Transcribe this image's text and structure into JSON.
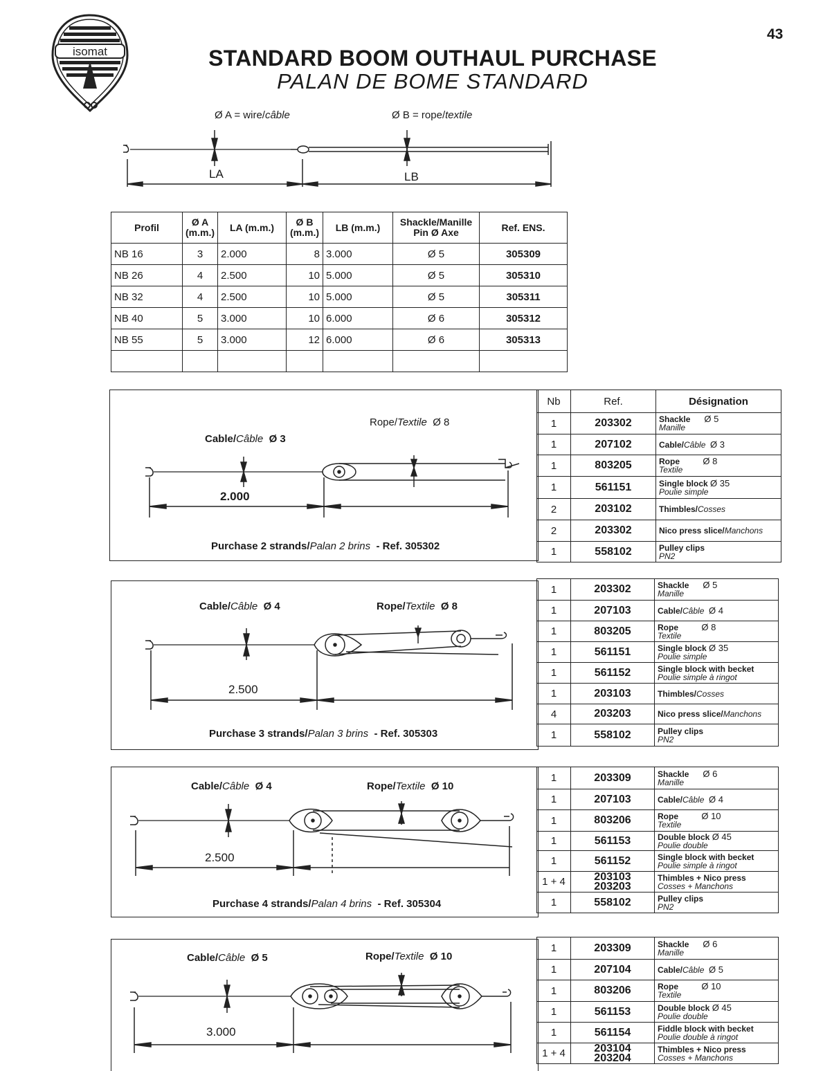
{
  "page_number": "43",
  "title": "STANDARD BOOM OUTHAUL PURCHASE",
  "subtitle": "PALAN DE BOME STANDARD",
  "logo_text": "isomat",
  "top_diagram": {
    "a_label": "Ø A = wire/",
    "a_label_it": "câble",
    "b_label": "Ø B = rope/",
    "b_label_it": "textile",
    "la": "LA",
    "lb": "LB"
  },
  "spec_table": {
    "headers": [
      "Profil",
      "Ø A (m.m.)",
      "LA (m.m.)",
      "Ø B (m.m.)",
      "LB (m.m.)",
      "Shackle/Manille Pin Ø Axe",
      "Ref. ENS."
    ],
    "rows": [
      [
        "NB 16",
        "3",
        "2.000",
        "8",
        "3.000",
        "Ø 5",
        "305309"
      ],
      [
        "NB 26",
        "4",
        "2.500",
        "10",
        "5.000",
        "Ø 5",
        "305310"
      ],
      [
        "NB 32",
        "4",
        "2.500",
        "10",
        "5.000",
        "Ø 5",
        "305311"
      ],
      [
        "NB 40",
        "5",
        "3.000",
        "10",
        "6.000",
        "Ø 6",
        "305312"
      ],
      [
        "NB 55",
        "5",
        "3.000",
        "12",
        "6.000",
        "Ø 6",
        "305313"
      ]
    ]
  },
  "parts_headers": [
    "Nb",
    "Ref.",
    "Désignation"
  ],
  "panels": [
    {
      "cable": "Cable/",
      "cable_it": "Câble",
      "cable_d": "Ø 3",
      "rope": "Rope/",
      "rope_it": "Textile",
      "rope_d": "Ø 8",
      "length": "2.000",
      "caption": "Purchase 2 strands/",
      "caption_it": "Palan 2 brins",
      "caption_ref": "-  Ref. 305302",
      "parts": [
        {
          "nb": "1",
          "ref": "203302",
          "d1": "Shackle",
          "d2": "Manille",
          "dim": "Ø 5"
        },
        {
          "nb": "1",
          "ref": "207102",
          "d1": "Cable/",
          "d1it": "Câble",
          "dim": "Ø 3"
        },
        {
          "nb": "1",
          "ref": "803205",
          "d1": "Rope",
          "d2": "Textile",
          "dim": "Ø 8"
        },
        {
          "nb": "1",
          "ref": "561151",
          "d1": "Single block",
          "d2": "Poulie simple",
          "dim": "Ø 35"
        },
        {
          "nb": "2",
          "ref": "203102",
          "d1": "Thimbles/",
          "d1it": "Cosses"
        },
        {
          "nb": "2",
          "ref": "203302",
          "d1": "Nico press slice/",
          "d1it": "Manchons"
        },
        {
          "nb": "1",
          "ref": "558102",
          "d1": "Pulley clips",
          "d2": "PN2"
        }
      ]
    },
    {
      "cable": "Cable/",
      "cable_it": "Câble",
      "cable_d": "Ø 4",
      "rope": "Rope/",
      "rope_it": "Textile",
      "rope_d": "Ø 8",
      "length": "2.500",
      "caption": "Purchase 3 strands/",
      "caption_it": "Palan 3 brins",
      "caption_ref": "-  Ref. 305303",
      "parts": [
        {
          "nb": "1",
          "ref": "203302",
          "d1": "Shackle",
          "d2": "Manille",
          "dim": "Ø 5"
        },
        {
          "nb": "1",
          "ref": "207103",
          "d1": "Cable/",
          "d1it": "Câble",
          "dim": "Ø 4"
        },
        {
          "nb": "1",
          "ref": "803205",
          "d1": "Rope",
          "d2": "Textile",
          "dim": "Ø 8"
        },
        {
          "nb": "1",
          "ref": "561151",
          "d1": "Single block",
          "d2": "Poulie simple",
          "dim": "Ø 35"
        },
        {
          "nb": "1",
          "ref": "561152",
          "d1": "Single block with becket",
          "d2": "Poulie simple à ringot"
        },
        {
          "nb": "1",
          "ref": "203103",
          "d1": "Thimbles/",
          "d1it": "Cosses"
        },
        {
          "nb": "4",
          "ref": "203203",
          "d1": "Nico press slice/",
          "d1it": "Manchons"
        },
        {
          "nb": "1",
          "ref": "558102",
          "d1": "Pulley clips",
          "d2": "PN2"
        }
      ]
    },
    {
      "cable": "Cable/",
      "cable_it": "Câble",
      "cable_d": "Ø 4",
      "rope": "Rope/",
      "rope_it": "Textile",
      "rope_d": "Ø 10",
      "length": "2.500",
      "caption": "Purchase 4 strands/",
      "caption_it": "Palan 4 brins",
      "caption_ref": "-  Ref. 305304",
      "parts": [
        {
          "nb": "1",
          "ref": "203309",
          "d1": "Shackle",
          "d2": "Manille",
          "dim": "Ø 6"
        },
        {
          "nb": "1",
          "ref": "207103",
          "d1": "Cable/",
          "d1it": "Câble",
          "dim": "Ø 4"
        },
        {
          "nb": "1",
          "ref": "803206",
          "d1": "Rope",
          "d2": "Textile",
          "dim": "Ø 10"
        },
        {
          "nb": "1",
          "ref": "561153",
          "d1": "Double block",
          "d2": "Poulie double",
          "dim": "Ø 45"
        },
        {
          "nb": "1",
          "ref": "561152",
          "d1": "Single block with becket",
          "d2": "Poulie simple à ringot"
        },
        {
          "nb": "1 + 4",
          "ref": "203103",
          "ref2": "203203",
          "d1": "Thimbles + Nico press",
          "d2": "Cosses + Manchons"
        },
        {
          "nb": "1",
          "ref": "558102",
          "d1": "Pulley clips",
          "d2": "PN2"
        }
      ]
    },
    {
      "cable": "Cable/",
      "cable_it": "Câble",
      "cable_d": "Ø 5",
      "rope": "Rope/",
      "rope_it": "Textile",
      "rope_d": "Ø 10",
      "length": "3.000",
      "parts": [
        {
          "nb": "1",
          "ref": "203309",
          "d1": "Shackle",
          "d2": "Manille",
          "dim": "Ø 6"
        },
        {
          "nb": "1",
          "ref": "207104",
          "d1": "Cable/",
          "d1it": "Câble",
          "dim": "Ø 5"
        },
        {
          "nb": "1",
          "ref": "803206",
          "d1": "Rope",
          "d2": "Textile",
          "dim": "Ø 10"
        },
        {
          "nb": "1",
          "ref": "561153",
          "d1": "Double block",
          "d2": "Poulie double",
          "dim": "Ø 45"
        },
        {
          "nb": "1",
          "ref": "561154",
          "d1": "Fiddle block with becket",
          "d2": "Poulie double à ringot"
        },
        {
          "nb": "1 + 4",
          "ref": "203104",
          "ref2": "203204",
          "d1": "Thimbles + Nico press",
          "d2": "Cosses + Manchons"
        }
      ]
    }
  ]
}
